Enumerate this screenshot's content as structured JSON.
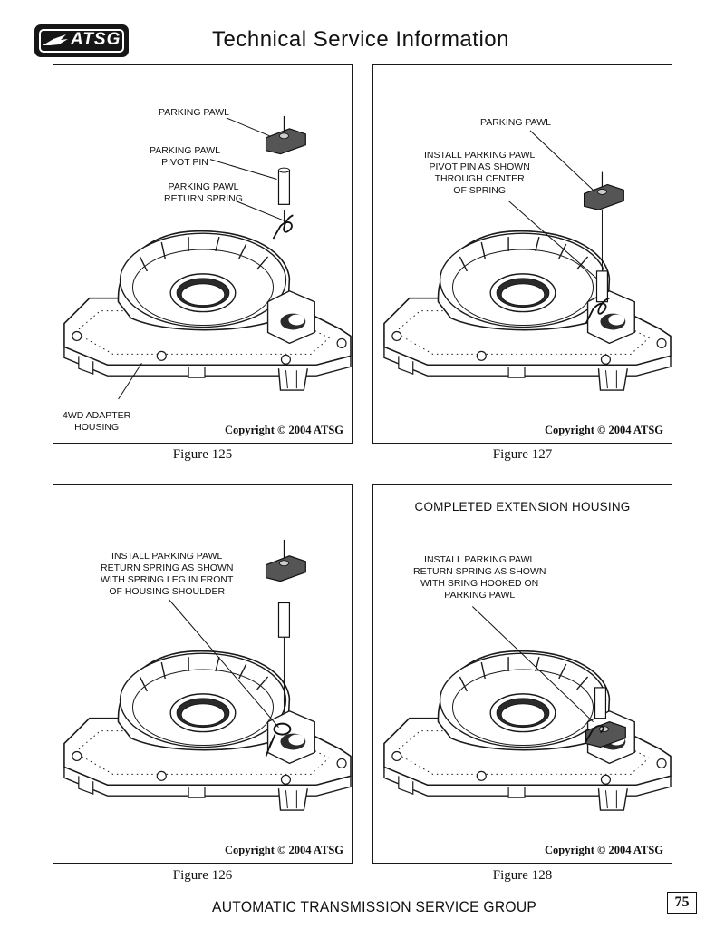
{
  "header": {
    "logo_text": "ATSG",
    "title": "Technical Service Information"
  },
  "figures": [
    {
      "caption": "Figure 125",
      "heading": "",
      "callouts": [
        {
          "lines": [
            "PARKING PAWL"
          ]
        },
        {
          "lines": [
            "PARKING PAWL",
            "PIVOT PIN"
          ]
        },
        {
          "lines": [
            "PARKING PAWL",
            "RETURN SPRING"
          ]
        },
        {
          "lines": [
            "4WD ADAPTER",
            "HOUSING"
          ]
        }
      ],
      "copyright": "Copyright © 2004 ATSG"
    },
    {
      "caption": "Figure 127",
      "heading": "",
      "callouts": [
        {
          "lines": [
            "PARKING PAWL"
          ]
        },
        {
          "lines": [
            "INSTALL PARKING PAWL",
            "PIVOT PIN AS SHOWN",
            "THROUGH CENTER",
            "OF SPRING"
          ]
        }
      ],
      "copyright": "Copyright © 2004 ATSG"
    },
    {
      "caption": "Figure 126",
      "heading": "",
      "callouts": [
        {
          "lines": [
            "INSTALL PARKING PAWL",
            "RETURN SPRING AS SHOWN",
            "WITH SPRING LEG IN FRONT",
            "OF HOUSING SHOULDER"
          ]
        }
      ],
      "copyright": "Copyright © 2004 ATSG"
    },
    {
      "caption": "Figure 128",
      "heading": "COMPLETED EXTENSION HOUSING",
      "callouts": [
        {
          "lines": [
            "INSTALL PARKING PAWL",
            "RETURN SPRING AS SHOWN",
            "WITH SRING HOOKED ON",
            "PARKING PAWL"
          ]
        }
      ],
      "copyright": "Copyright © 2004 ATSG"
    }
  ],
  "footer": {
    "group_name": "AUTOMATIC TRANSMISSION SERVICE GROUP",
    "page_number": "75"
  }
}
